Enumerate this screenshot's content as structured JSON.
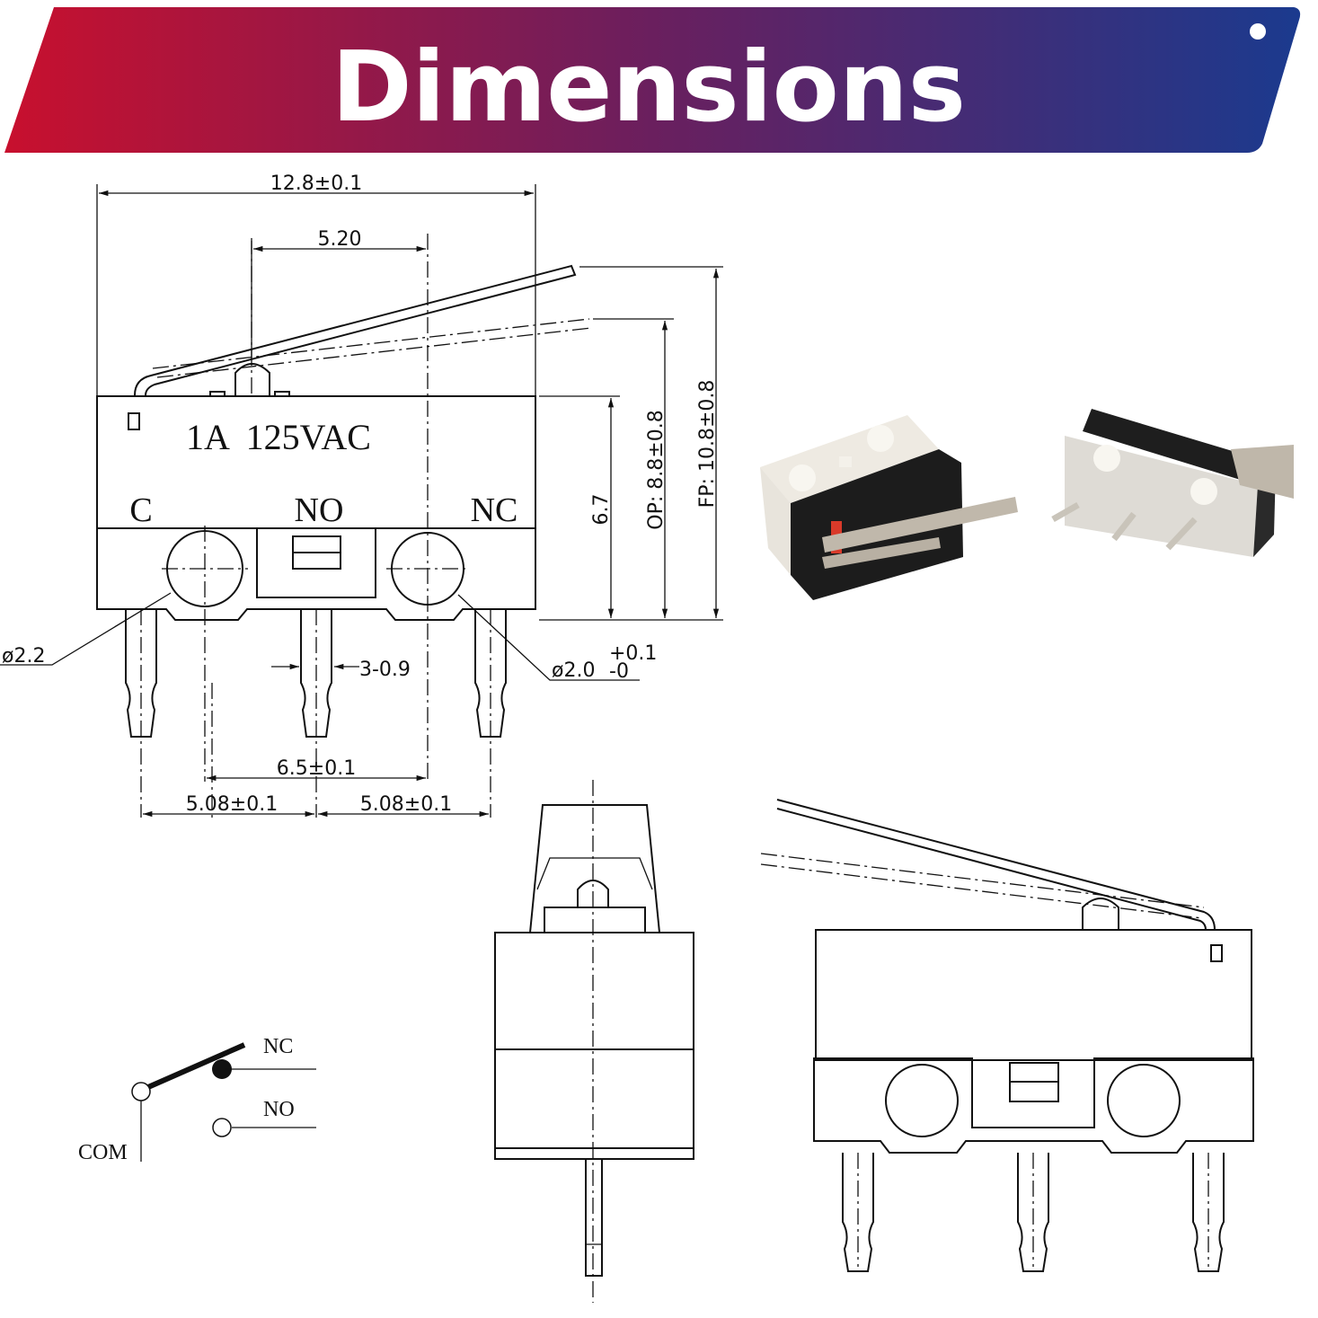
{
  "banner": {
    "title": "Dimensions",
    "gradient_start": "#c8102e",
    "gradient_end": "#1b3a8e"
  },
  "front_view": {
    "rating": "1A  125VAC",
    "terminals": [
      "C",
      "NO",
      "NC"
    ],
    "dimensions": {
      "overall_width": "12.8±0.1",
      "plunger_offset": "5.20",
      "body_height": "6.7",
      "operating_position": "OP: 8.8±0.8",
      "free_position": "FP: 10.8±0.8",
      "hole_left": "ø2.2",
      "pin_width": "3-0.9",
      "hole_right": "ø2.0",
      "hole_right_tol_upper": "+0.1",
      "hole_right_tol_lower": "-0",
      "hole_spacing": "6.5±0.1",
      "pin_pitch_left": "5.08±0.1",
      "pin_pitch_right": "5.08±0.1"
    }
  },
  "schematic": {
    "nc": "NC",
    "no": "NO",
    "com": "COM"
  }
}
